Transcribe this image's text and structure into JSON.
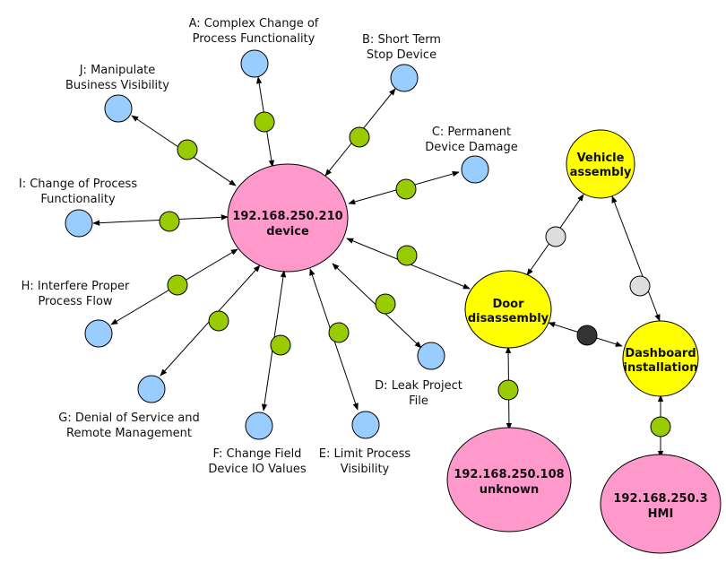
{
  "colors": {
    "device": "#ff99cc",
    "process": "#ffff00",
    "threat": "#99ccff",
    "link_green": "#99cc00",
    "link_gray": "#dddddd",
    "link_dark": "#333333",
    "stroke": "#000000"
  },
  "devices": {
    "main": {
      "line1": "192.168.250.210",
      "line2": "device"
    },
    "unknown": {
      "line1": "192.168.250.108",
      "line2": "unknown"
    },
    "hmi": {
      "line1": "192.168.250.3",
      "line2": "HMI"
    }
  },
  "processes": {
    "vehicle": {
      "line1": "Vehicle",
      "line2": "assembly"
    },
    "door": {
      "line1": "Door",
      "line2": "disassembly"
    },
    "dashboard": {
      "line1": "Dashboard",
      "line2": "installation"
    }
  },
  "threats": {
    "A": {
      "line1": "A: Complex Change of",
      "line2": "Process Functionality"
    },
    "B": {
      "line1": "B: Short Term",
      "line2": "Stop Device"
    },
    "C": {
      "line1": "C: Permanent",
      "line2": "Device Damage"
    },
    "D": {
      "line1": "D: Leak Project",
      "line2": "File"
    },
    "E": {
      "line1": "E: Limit Process",
      "line2": "Visibility"
    },
    "F": {
      "line1": "F: Change Field",
      "line2": "Device IO Values"
    },
    "G": {
      "line1": "G: Denial of Service and",
      "line2": "Remote Management"
    },
    "H": {
      "line1": "H: Interfere Proper",
      "line2": "Process Flow"
    },
    "I": {
      "line1": "I: Change of Process",
      "line2": "Functionality"
    },
    "J": {
      "line1": "J: Manipulate",
      "line2": "Business Visibility"
    }
  }
}
